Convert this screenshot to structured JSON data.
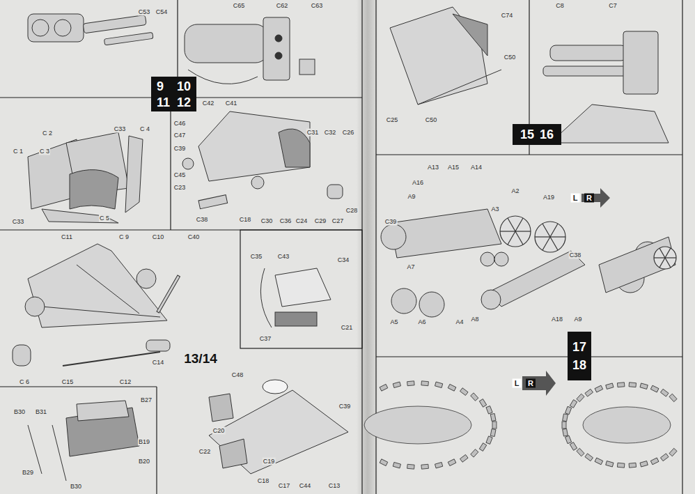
{
  "diagram": {
    "nodes": [
      {
        "text": [
          "9",
          "10",
          "11",
          "12"
        ]
      },
      {
        "text": [
          "15",
          "16"
        ]
      },
      {
        "text": [
          "17",
          "18"
        ]
      }
    ],
    "edges": [],
    "labels": [
      "C53",
      "C54",
      "C65",
      "C62",
      "C63",
      "C 2",
      "C33",
      "C 4",
      "C 1",
      "C 3",
      "C33",
      "C 5",
      "C42",
      "C41",
      "C46",
      "C47",
      "C39",
      "C45",
      "C23",
      "C38",
      "C18",
      "C30",
      "C36",
      "C24",
      "C31",
      "C32",
      "C26",
      "C29",
      "C27",
      "C28",
      "C11",
      "C 9",
      "C10",
      "C40",
      "C 6",
      "C15",
      "C12",
      "C14",
      "C35",
      "C43",
      "C34",
      "C37",
      "C21",
      "13/14",
      "B30",
      "B31",
      "B27",
      "B19",
      "B20",
      "B29",
      "B30",
      "C48",
      "C39",
      "C20",
      "C22",
      "C19",
      "C18",
      "C17",
      "C44",
      "C13",
      "C74",
      "C50",
      "C25",
      "C50",
      "C8",
      "C7",
      "A13",
      "A15",
      "A14",
      "A16",
      "A9",
      "C39",
      "A3",
      "A2",
      "A19",
      "C38",
      "A7",
      "A5",
      "A6",
      "A4",
      "A8",
      "A18",
      "A9",
      "L",
      "R",
      "L",
      "R"
    ]
  }
}
